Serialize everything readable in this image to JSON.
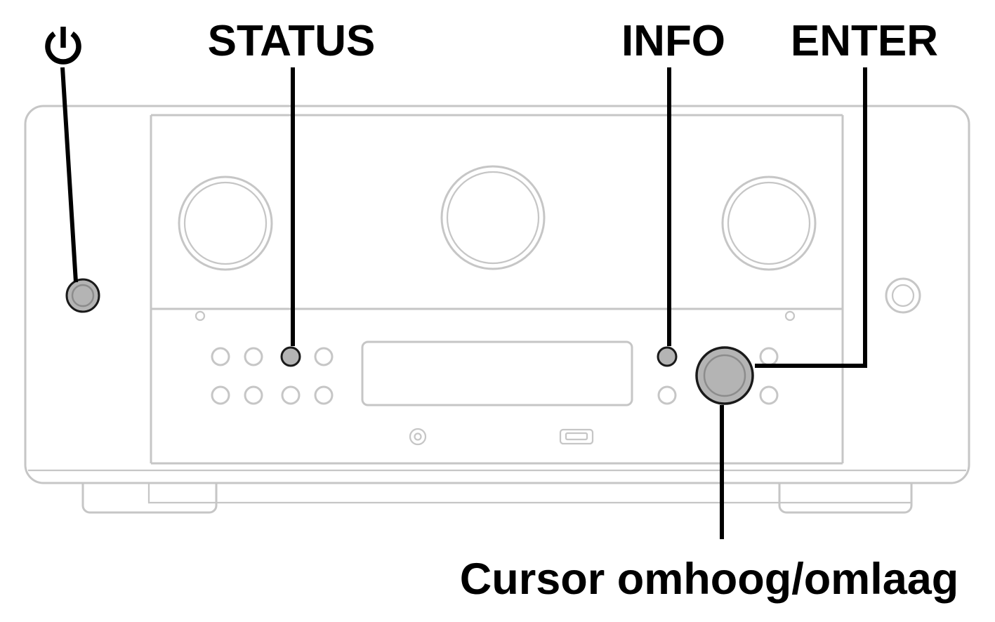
{
  "diagram": {
    "labels": {
      "status": "STATUS",
      "info": "INFO",
      "enter": "ENTER",
      "cursor": "Cursor omhoog/omlaag"
    },
    "icons": {
      "power": "power-icon"
    },
    "colors": {
      "background": "#ffffff",
      "outline": "#c6c6c6",
      "callout": "#000000",
      "highlight-fill": "#b4b4b4",
      "highlight-stroke": "#1a1a1a",
      "highlight-inner": "#8c8c8c"
    }
  }
}
